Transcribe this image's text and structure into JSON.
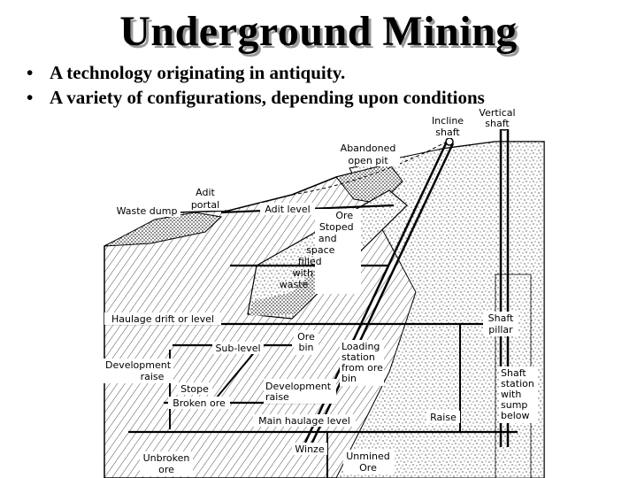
{
  "title": "Underground Mining",
  "bullets": [
    "A technology originating in antiquity.",
    "A variety of configurations, depending upon conditions"
  ],
  "labels": {
    "vertical_shaft": [
      "Vertical",
      "shaft"
    ],
    "incline_shaft": [
      "Incline",
      "shaft"
    ],
    "abandoned_open_pit": [
      "Abandoned",
      "open pit"
    ],
    "adit_portal": [
      "Adit",
      "portal"
    ],
    "waste_dump": "Waste dump",
    "adit_level": "Adit level",
    "ore_stoped": [
      "Ore",
      "Stoped",
      "and",
      "space",
      "filled",
      "with",
      "waste"
    ],
    "haulage_drift": "Haulage drift or level",
    "shaft_pillar": [
      "Shaft",
      "pillar"
    ],
    "ore_bin": [
      "Ore",
      "bin"
    ],
    "sub_level": "Sub-level",
    "loading_station": [
      "Loading",
      "station",
      "from ore",
      "bin"
    ],
    "development_raise_left": [
      "Development",
      "raise"
    ],
    "stope": "Stope",
    "broken_ore": "Broken ore",
    "development_raise_mid": [
      "Development",
      "raise"
    ],
    "shaft_station": [
      "Shaft",
      "station",
      "with",
      "sump",
      "below"
    ],
    "main_haulage": "Main haulage level",
    "raise": "Raise",
    "winze": "Winze",
    "unbroken_ore": [
      "Unbroken",
      "ore"
    ],
    "unmined_ore": [
      "Unmined",
      "Ore"
    ]
  }
}
